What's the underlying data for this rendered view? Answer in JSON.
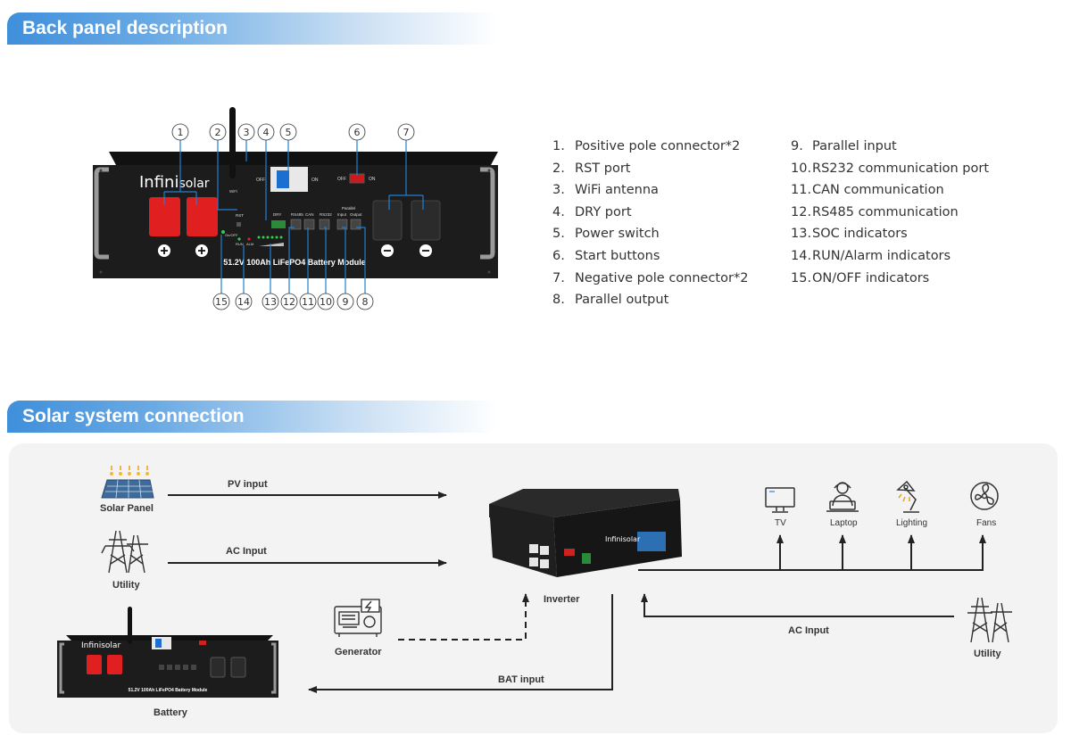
{
  "sections": {
    "back_panel": "Back panel description",
    "solar_connection": "Solar system connection"
  },
  "legend_left": [
    {
      "num": "1.",
      "text": "Positive pole connector*2"
    },
    {
      "num": "2.",
      "text": "RST port"
    },
    {
      "num": "3.",
      "text": "WiFi antenna"
    },
    {
      "num": "4.",
      "text": "DRY port"
    },
    {
      "num": "5.",
      "text": "Power switch"
    },
    {
      "num": "6.",
      "text": "Start buttons"
    },
    {
      "num": "7.",
      "text": "Negative pole connector*2"
    },
    {
      "num": "8.",
      "text": "Parallel output"
    }
  ],
  "legend_right": [
    {
      "num": "9.",
      "text": "Parallel input"
    },
    {
      "num": "10.",
      "text": "RS232 communication port"
    },
    {
      "num": "11.",
      "text": "CAN communication"
    },
    {
      "num": "12.",
      "text": "RS485 communication"
    },
    {
      "num": "13.",
      "text": "SOC indicators"
    },
    {
      "num": "14.",
      "text": "RUN/Alarm indicators"
    },
    {
      "num": "15.",
      "text": "ON/OFF indicators"
    }
  ],
  "battery_module": {
    "brand_a": "Infini",
    "brand_b": "solar",
    "model": "51.2V 100Ah LiFePO4 Battery Module",
    "rst": "RST",
    "wifi": "WiFi",
    "switch_off": "OFF",
    "switch_on": "ON",
    "start_off": "OFF",
    "start_on": "ON",
    "dry": "DRY",
    "rs485": "RS485",
    "can": "CAN",
    "rs232": "RS232",
    "parallel": "Parallel",
    "p_input": "Input",
    "p_output": "Output",
    "onoff": "On/OFF",
    "run": "RUN",
    "alm": "ALM",
    "soc": "SOC"
  },
  "callouts_top": [
    "1",
    "2",
    "3",
    "4",
    "5",
    "6",
    "7"
  ],
  "callouts_bottom": [
    "15",
    "14",
    "13",
    "12",
    "11",
    "10",
    "9",
    "8"
  ],
  "diagram": {
    "solar_panel": "Solar Panel",
    "pv_input": "PV input",
    "utility_left": "Utility",
    "ac_input_left": "AC Input",
    "inverter": "Inverter",
    "generator": "Generator",
    "battery": "Battery",
    "bat_input": "BAT input",
    "ac_input_right": "AC Input",
    "utility_right": "Utility",
    "tv": "TV",
    "laptop": "Laptop",
    "lighting": "Lighting",
    "fans": "Fans"
  },
  "colors": {
    "header_blue": "#3f8fdb",
    "callout_blue": "#1e7fd6",
    "terminal_red": "#e02020",
    "panel_black": "#1c1c1c"
  }
}
